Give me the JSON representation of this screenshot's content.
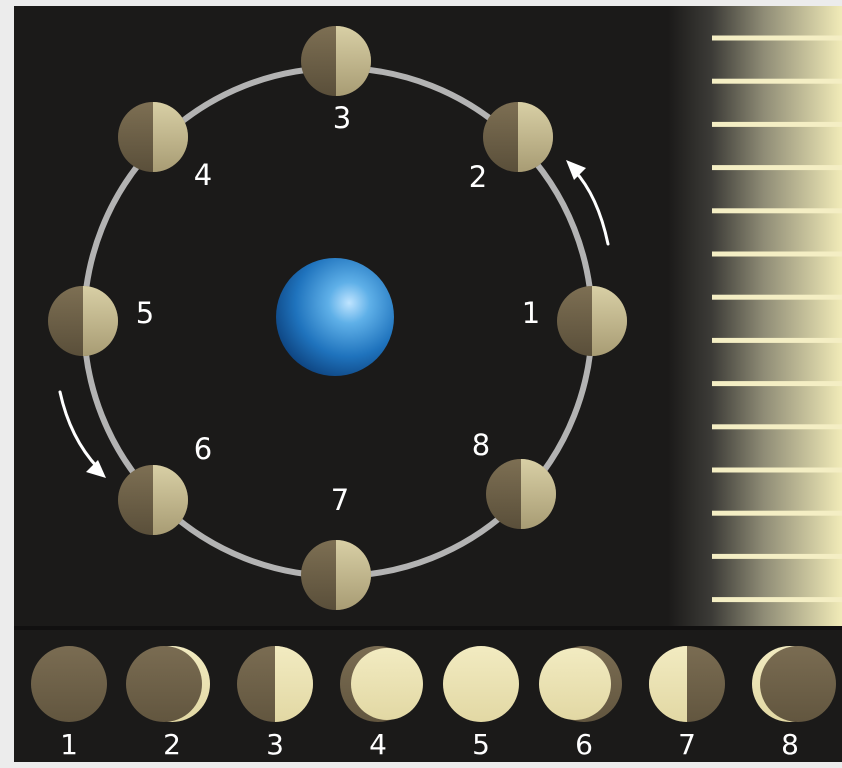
{
  "orbit_positions": [
    {
      "label": "1"
    },
    {
      "label": "2"
    },
    {
      "label": "3"
    },
    {
      "label": "4"
    },
    {
      "label": "5"
    },
    {
      "label": "6"
    },
    {
      "label": "7"
    },
    {
      "label": "8"
    }
  ],
  "phase_row": [
    {
      "label": "1",
      "phase": "new"
    },
    {
      "label": "2",
      "phase": "waxing crescent"
    },
    {
      "label": "3",
      "phase": "first quarter"
    },
    {
      "label": "4",
      "phase": "waxing gibbous"
    },
    {
      "label": "5",
      "phase": "full"
    },
    {
      "label": "6",
      "phase": "waning gibbous"
    },
    {
      "label": "7",
      "phase": "last quarter"
    },
    {
      "label": "8",
      "phase": "waning crescent"
    }
  ],
  "colors": {
    "space": "#1b1a19",
    "orbit": "#b5b5b5",
    "earth": "#2a7fc6",
    "moon_dark": "#6e6148",
    "moon_lit": "#eae2b2",
    "sunlight": "#f1ebb8"
  },
  "icons": {
    "earth": "earth-icon",
    "moon": "moon-icon",
    "sunlight": "sunlight-rays",
    "direction": "orbit-direction-arrow"
  }
}
